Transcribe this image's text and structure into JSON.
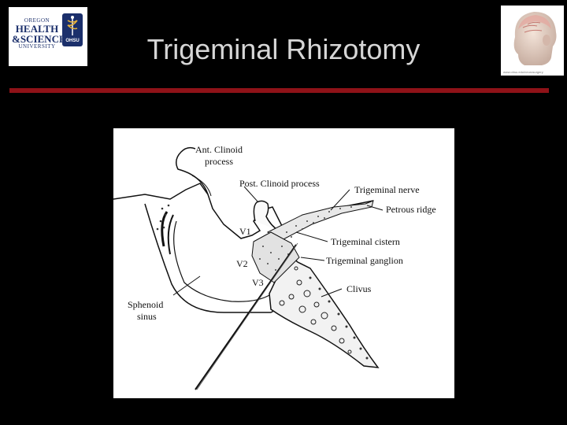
{
  "slide": {
    "title": "Trigeminal Rhizotomy"
  },
  "logo": {
    "line1": "OREGON",
    "line2": "HEALTH",
    "line3": "&SCIENCE",
    "line4": "UNIVERSITY",
    "badge": "OHSU"
  },
  "head_image": {
    "caption": "www.ohsu.edu/neurosurgery"
  },
  "figure": {
    "labels": {
      "ant_clinoid_1": "Ant. Clinoid",
      "ant_clinoid_2": "process",
      "post_clinoid": "Post. Clinoid process",
      "trigeminal_nerve": "Trigeminal nerve",
      "petrous_ridge": "Petrous ridge",
      "v1": "V1",
      "v2": "V2",
      "v3": "V3",
      "trigeminal_cistern": "Trigeminal cistern",
      "trigeminal_ganglion": "Trigeminal ganglion",
      "clivus": "Clivus",
      "sphenoid_1": "Sphenoid",
      "sphenoid_2": "sinus"
    }
  },
  "colors": {
    "background": "#000000",
    "title": "#d6d6d6",
    "divider": "#8f1218",
    "brand_navy": "#1b2f6b"
  }
}
